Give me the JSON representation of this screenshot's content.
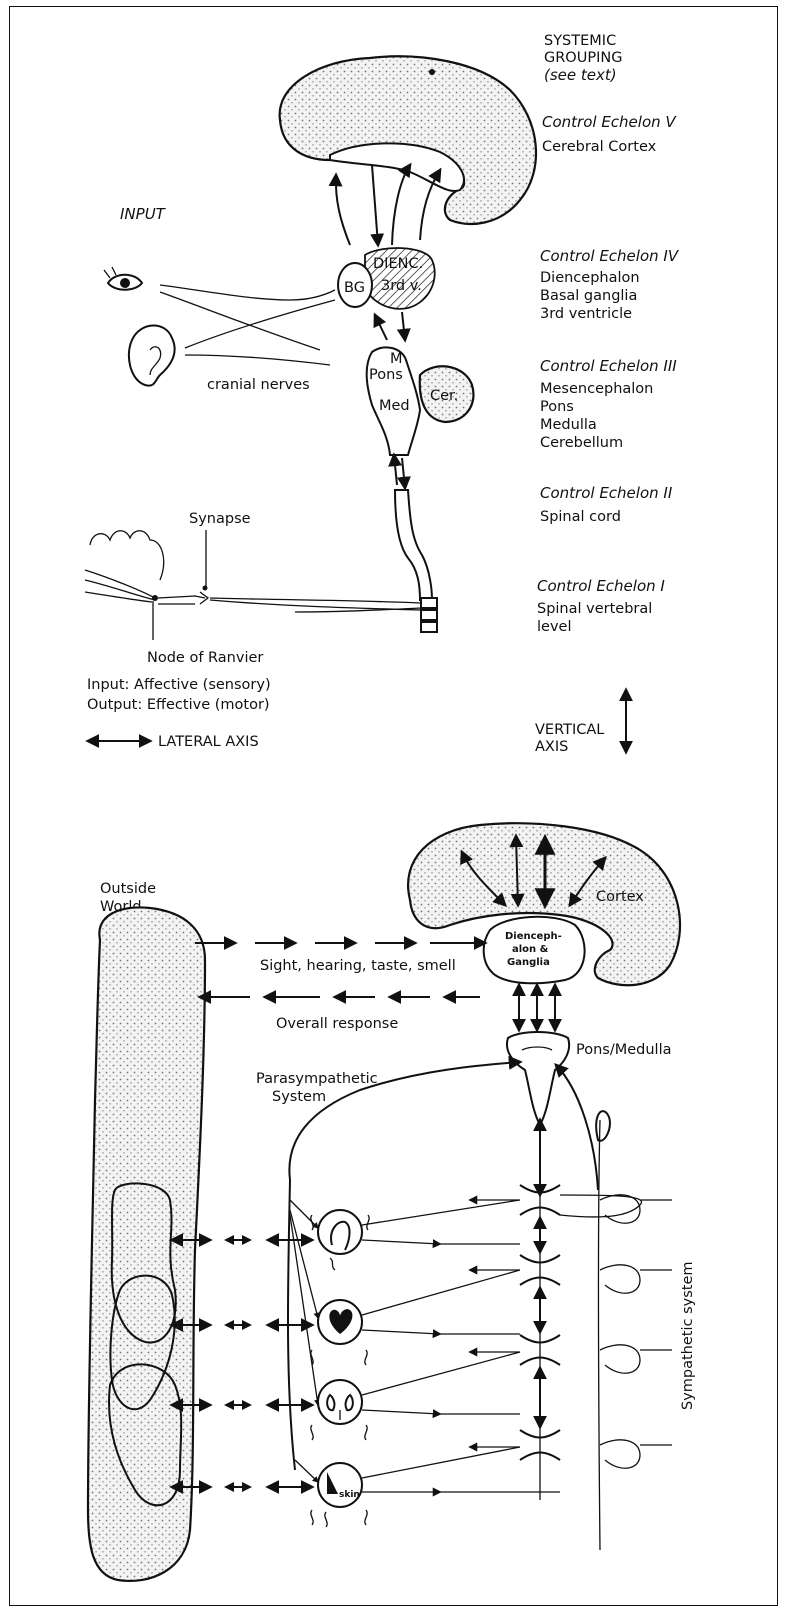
{
  "top": {
    "systemic_grouping": [
      "SYSTEMIC",
      "GROUPING"
    ],
    "see_text": "(see text)",
    "input": "INPUT",
    "echelons": [
      {
        "title": "Control Echelon V",
        "lines": [
          "Cerebral Cortex"
        ]
      },
      {
        "title": "Control Echelon IV",
        "lines": [
          "Diencephalon",
          "Basal ganglia",
          "3rd ventricle"
        ]
      },
      {
        "title": "Control Echelon III",
        "lines": [
          "Mesencephalon",
          "Pons",
          "Medulla",
          "Cerebellum"
        ]
      },
      {
        "title": "Control Echelon II",
        "lines": [
          "Spinal cord"
        ]
      },
      {
        "title": "Control Echelon I",
        "lines": [
          "Spinal vertebral",
          "level"
        ]
      }
    ],
    "brain_parts": {
      "dienc": "DIENC.",
      "third_v": "3rd v.",
      "bg": "BG",
      "m": "M",
      "pons": "Pons",
      "med": "Med",
      "cer": "Cer."
    },
    "cranial_nerves": "cranial nerves",
    "synapse": "Synapse",
    "node_of_ranvier": "Node of Ranvier",
    "input_affective": "Input: Affective (sensory)",
    "output_effective": "Output: Effective (motor)",
    "lateral_axis": "LATERAL AXIS",
    "vertical_axis": [
      "VERTICAL",
      "AXIS"
    ]
  },
  "bottom": {
    "outside_world": [
      "Outside",
      "World"
    ],
    "cortex": "Cortex",
    "dienceph": [
      "Dienceph-",
      "alon &",
      "Ganglia"
    ],
    "senses": "Sight, hearing, taste, smell",
    "overall_response": "Overall response",
    "pons_medulla": "Pons/Medulla",
    "parasympathetic": [
      "Parasympathetic",
      "System"
    ],
    "sympathetic": "Sympathetic system",
    "skin": "skin"
  }
}
